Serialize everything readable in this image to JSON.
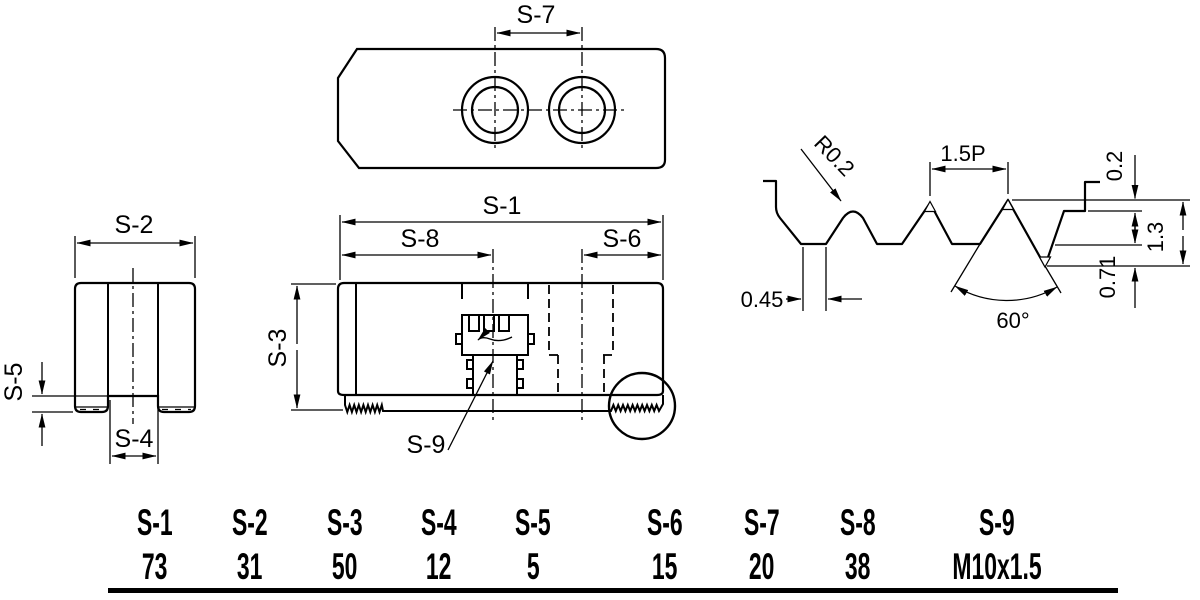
{
  "drawing": {
    "labels": {
      "s1": "S-1",
      "s2": "S-2",
      "s3": "S-3",
      "s4": "S-4",
      "s5": "S-5",
      "s6": "S-6",
      "s7": "S-7",
      "s8": "S-8",
      "s9": "S-9"
    },
    "detail": {
      "radius": "R0.2",
      "pitch": "1.5P",
      "crest_flat": "0.2",
      "depth": "1.3",
      "root_depth": "0.71",
      "groove_width": "0.45",
      "angle": "60°"
    }
  },
  "table": {
    "columns": [
      {
        "label": "S-1",
        "value": "73"
      },
      {
        "label": "S-2",
        "value": "31"
      },
      {
        "label": "S-3",
        "value": "50"
      },
      {
        "label": "S-4",
        "value": "12"
      },
      {
        "label": "S-5",
        "value": "5"
      },
      {
        "label": "S-6",
        "value": "15"
      },
      {
        "label": "S-7",
        "value": "20"
      },
      {
        "label": "S-8",
        "value": "38"
      },
      {
        "label": "S-9",
        "value": "M10x1.5"
      }
    ]
  }
}
